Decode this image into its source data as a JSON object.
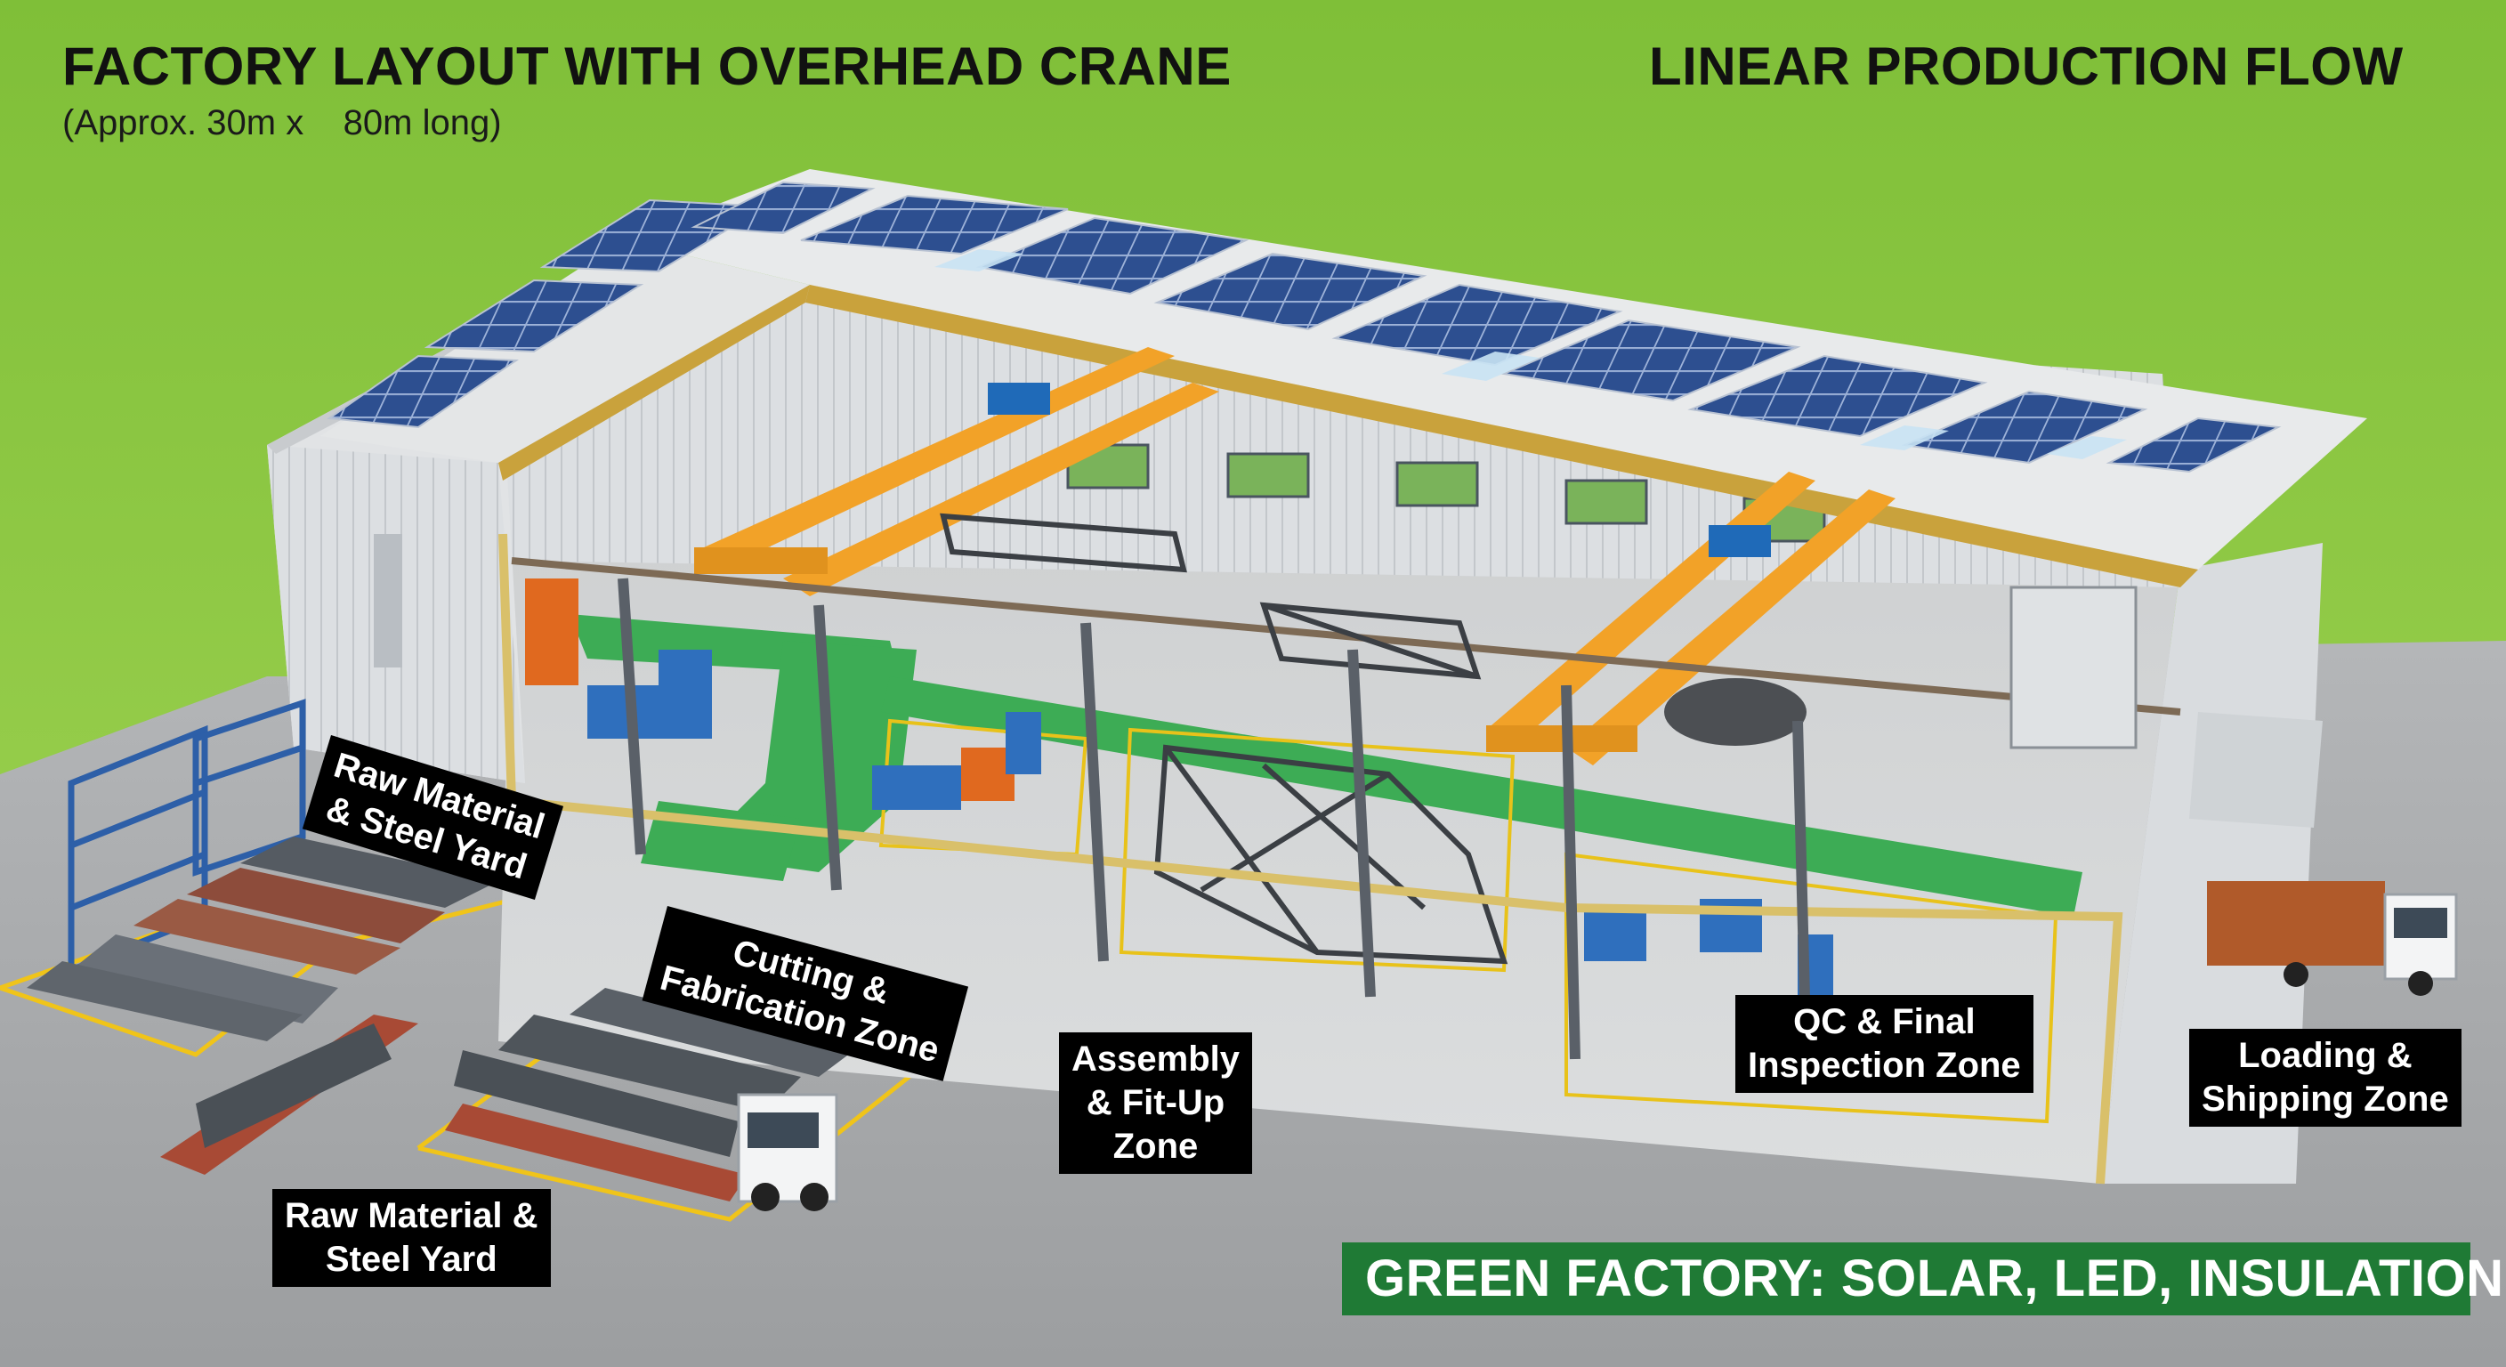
{
  "header": {
    "title_left": "FACTORY LAYOUT WITH OVERHEAD CRANE",
    "subtitle_left": "(Approx. 30m x    80m long)",
    "title_right": "LINEAR PRODUCTION FLOW"
  },
  "zones": {
    "raw_material_inside": "Raw Material\n& Steel Yard",
    "cutting": "Cutting &\nFabrication Zone",
    "assembly": "Assembly\n& Fit-Up\nZone",
    "qc": "QC & Final\nInspection Zone",
    "loading": "Loading &\nShipping Zone",
    "raw_material_yard": "Raw Material &\nSteel Yard"
  },
  "banner": {
    "text": "GREEN FACTORY: SOLAR, LED, INSULATION"
  },
  "colors": {
    "sky_green": "#8cc83c",
    "ground": "#a7a9ab",
    "roof": "#e4e6e7",
    "solar": "#2c4d8c",
    "crane": "#f2a228",
    "floor_path": "#3dac55",
    "banner": "#1f7a35"
  }
}
